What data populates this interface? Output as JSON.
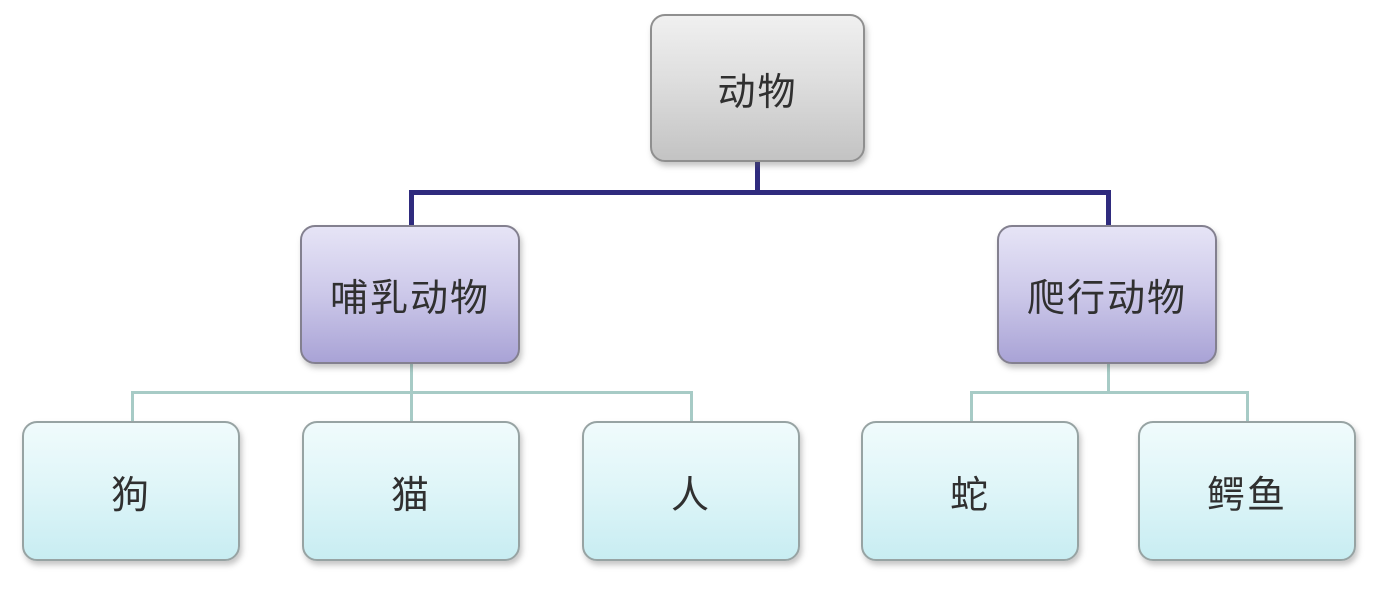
{
  "diagram": {
    "type": "hierarchy-tree",
    "root": {
      "label": "动物"
    },
    "branches": [
      {
        "label": "哺乳动物",
        "children": [
          {
            "label": "狗"
          },
          {
            "label": "猫"
          },
          {
            "label": "人"
          }
        ]
      },
      {
        "label": "爬行动物",
        "children": [
          {
            "label": "蛇"
          },
          {
            "label": "鳄鱼"
          }
        ]
      }
    ],
    "colors": {
      "background": "#ffffff",
      "root_connector": "#2f2b7e",
      "branch_connector": "#a7cbc6",
      "root_node_fill": "#d8d8d8",
      "branch_node_fill": "#bdb8e0",
      "leaf_node_fill": "#d9f3f6",
      "text": "#303030"
    }
  }
}
